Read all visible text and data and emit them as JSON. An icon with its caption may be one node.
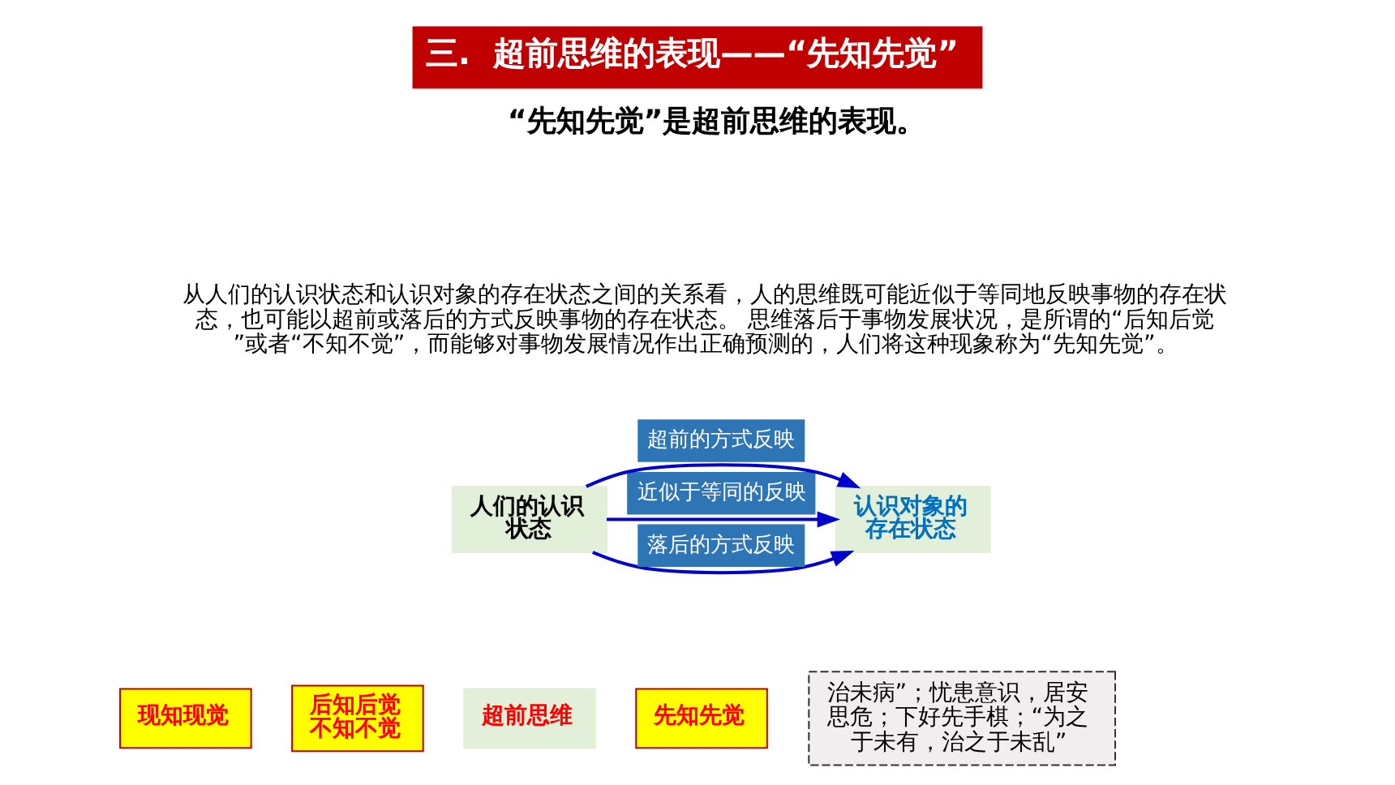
{
  "diagram": {
    "title": "三.  超前思维的表现——“先知先觉”",
    "nodes": [
      {
        "text": [
          "人们的认识状态"
        ]
      },
      {
        "text": [
          "认识对象的存在状态"
        ]
      },
      {
        "text": [
          "后知后觉",
          "不知不觉"
        ]
      },
      {
        "text": [
          "现知现觉"
        ]
      },
      {
        "text": [
          "先知先觉"
        ]
      },
      {
        "text": [
          "超前思维"
        ]
      },
      {
        "text": [
          "治未病”；忧患意识，居安思危；下好先手棋；“为之于未有，治之于未乱”"
        ]
      }
    ],
    "edges": [
      {
        "from": 0,
        "to": 1,
        "arrow": "to",
        "label": "落后的方式反映"
      },
      {
        "from": 0,
        "to": 1,
        "arrow": "to",
        "label": "近似于等同的反映"
      },
      {
        "from": 0,
        "to": 1,
        "arrow": "to",
        "label": "超前的方式反映"
      }
    ],
    "labels": [
      "“先知先觉”是超前思维的表现。",
      "从人们的认识状态和认识对象的存在状态之间的关系看，人的思维既可能近似于等同地反映事物的存在状态，也可能以超前或落后的方式反映事物的存在状态。 思维落后于事物发展状况，是所谓的“后知后觉”或者“不知不觉”，而能够对事物发展情况作出正确预测的，人们将这种现象称为“先知先觉”。"
    ]
  }
}
